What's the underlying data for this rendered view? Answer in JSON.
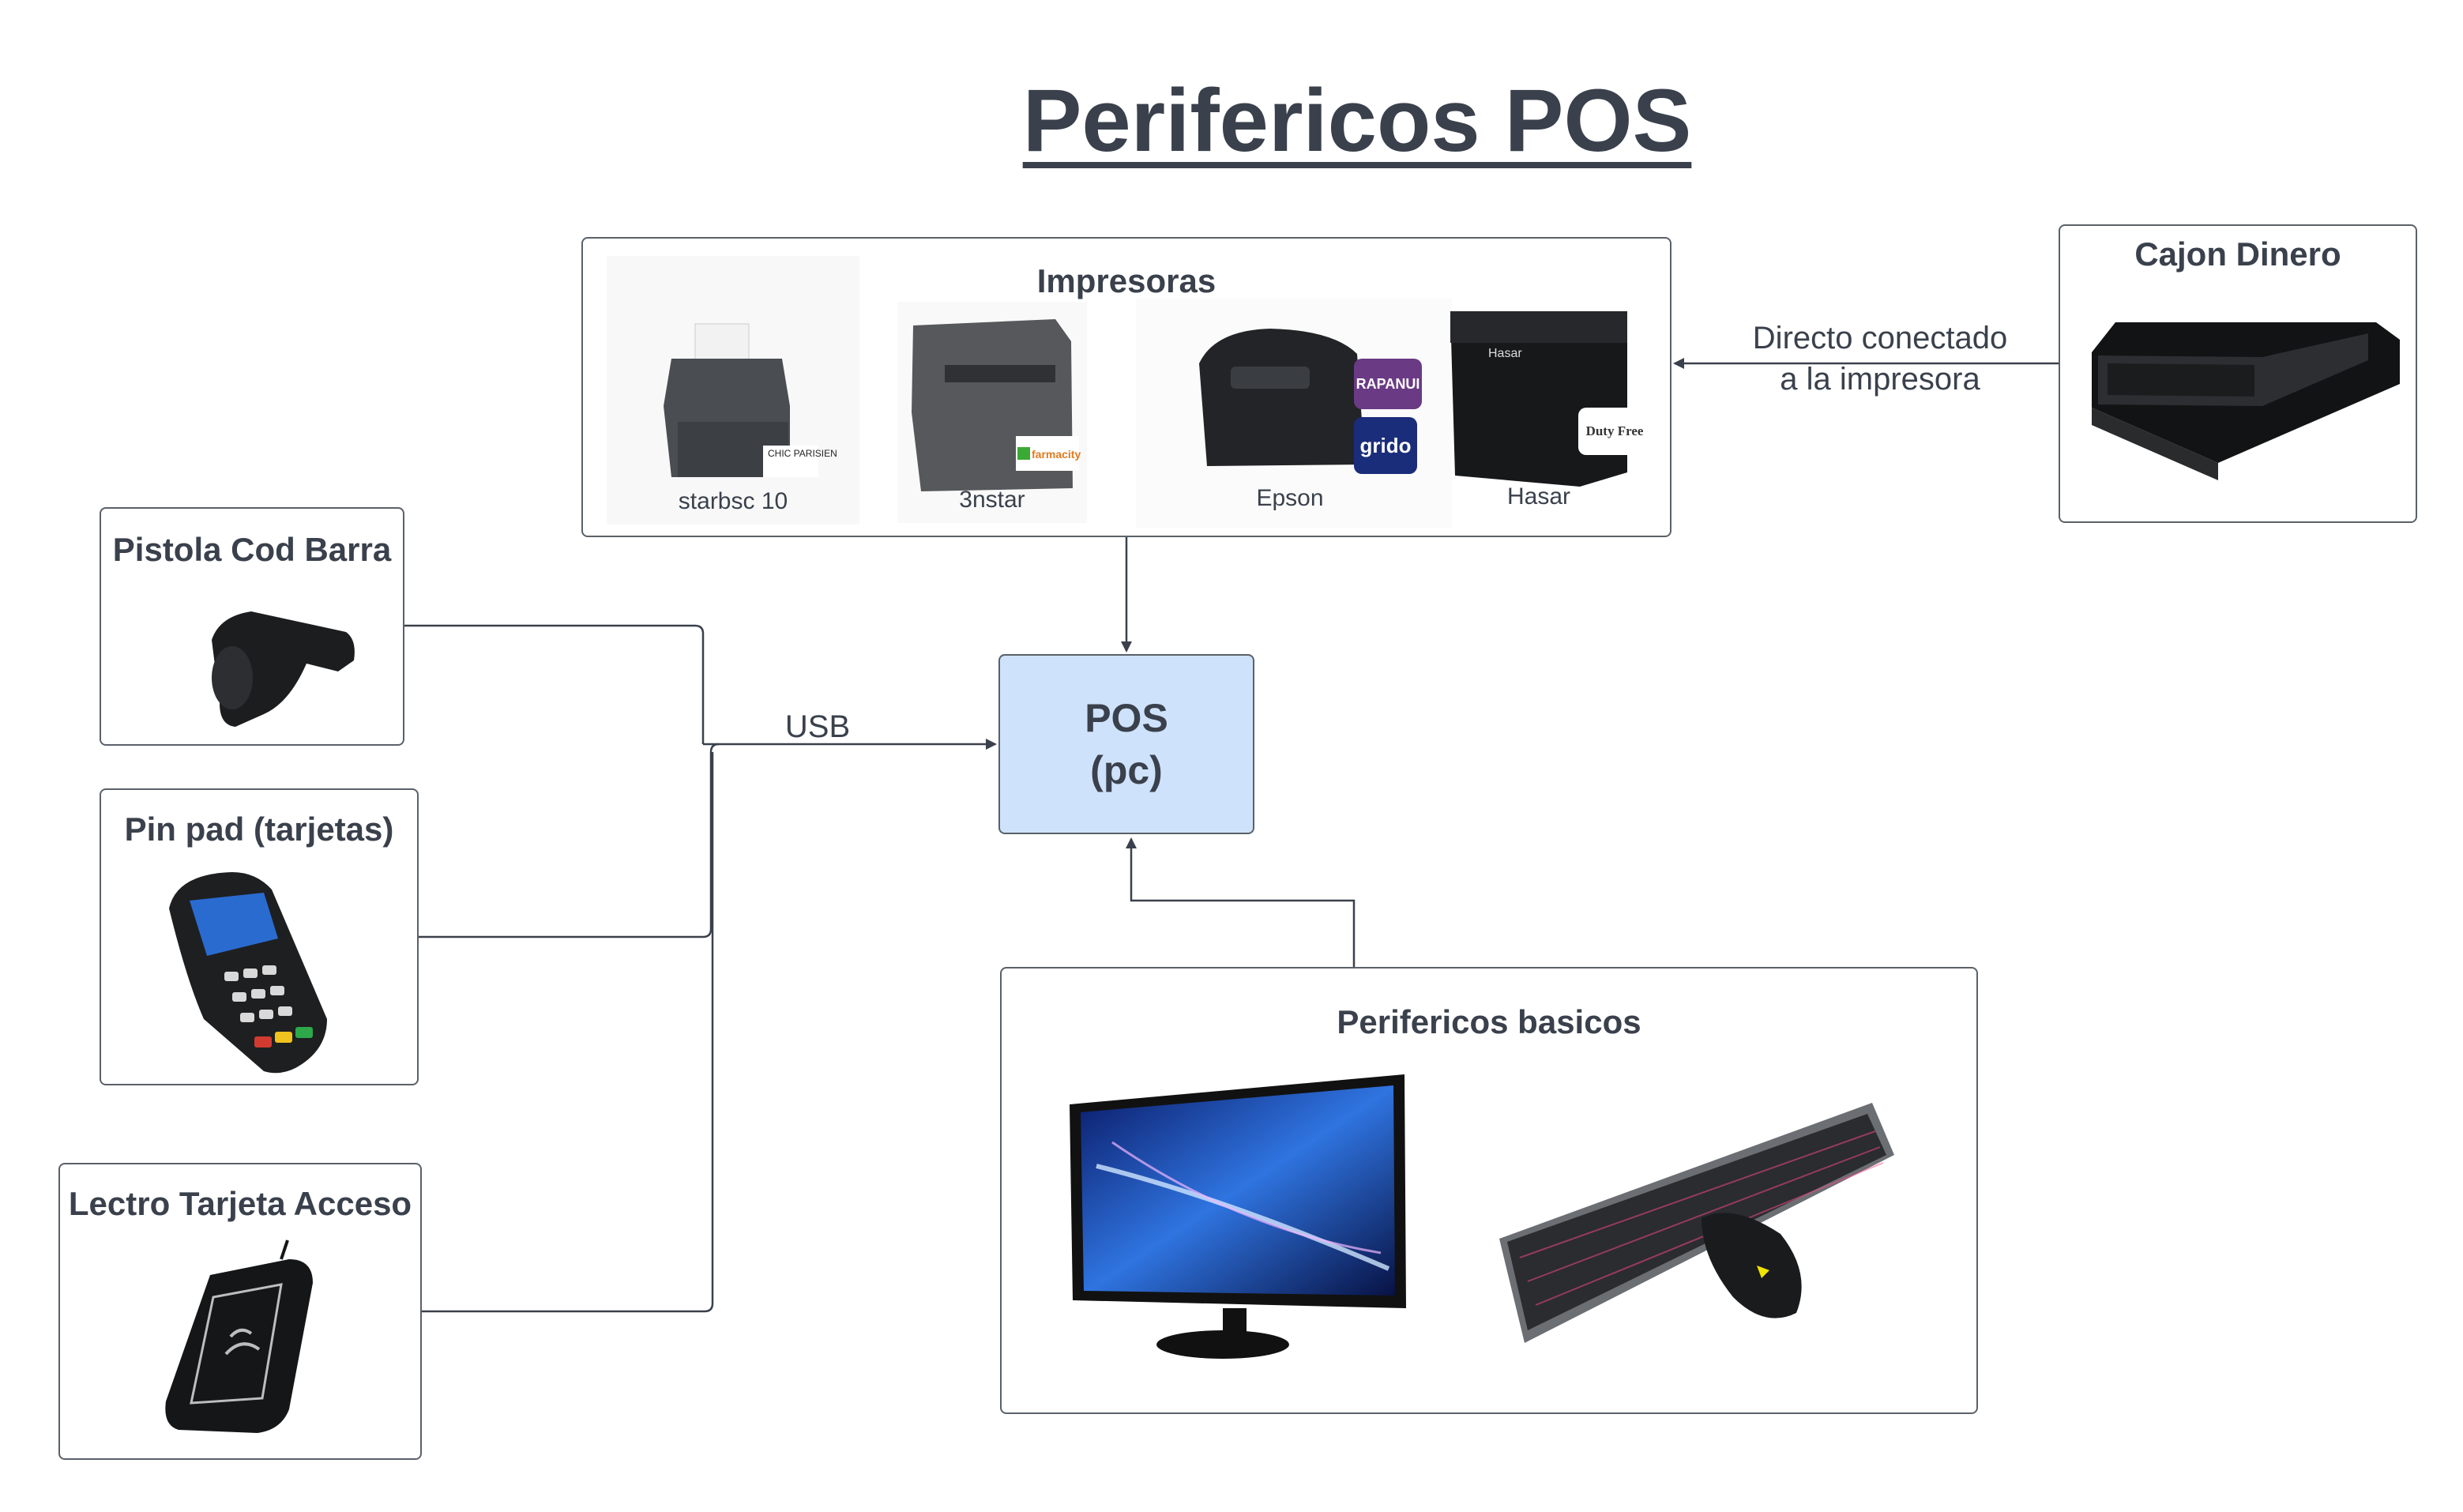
{
  "title": "Perifericos POS",
  "pos": {
    "line1": "POS",
    "line2": "(pc)"
  },
  "impresoras": {
    "title": "Impresoras",
    "items": [
      {
        "label": "starbsc 10",
        "badge": "CHIC PARISIEN"
      },
      {
        "label": "3nstar",
        "badge": "farmacity"
      },
      {
        "label": "Epson",
        "badge1": "RAPANUI",
        "badge2": "grido"
      },
      {
        "label": "Hasar",
        "badge": "Duty Free"
      }
    ]
  },
  "cajon": {
    "title": "Cajon Dinero"
  },
  "edge_cajon": {
    "line1": "Directo conectado",
    "line2": "a la impresora"
  },
  "edge_usb": "USB",
  "pistola": {
    "title": "Pistola Cod Barra"
  },
  "pinpad": {
    "title": "Pin pad (tarjetas)"
  },
  "lector": {
    "title": "Lectro Tarjeta Acceso"
  },
  "basicos": {
    "title": "Perifericos basicos"
  },
  "colors": {
    "pos_fill": "#cfe2fb",
    "stroke": "#5a6169",
    "text": "#3a414c"
  }
}
